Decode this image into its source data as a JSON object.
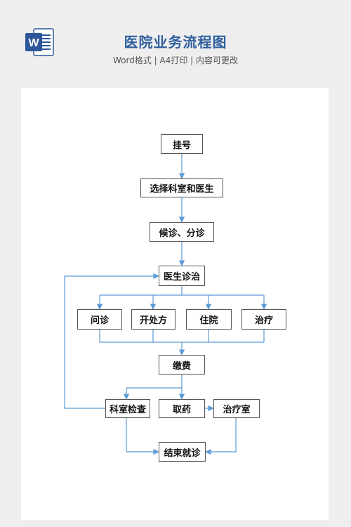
{
  "header": {
    "icon": "word-document-icon",
    "title": "医院业务流程图",
    "subtitle": "Word格式 | A4打印 | 内容可更改",
    "accent_color": "#2f5f9e"
  },
  "flowchart": {
    "line_color": "#5b9bd5",
    "nodes": {
      "register": "挂号",
      "choose_dept": "选择科室和医生",
      "wait": "候诊、分诊",
      "diagnose": "医生诊治",
      "inquiry": "问诊",
      "prescribe": "开处方",
      "hospitalize": "住院",
      "treatment": "治疗",
      "payment": "缴费",
      "dept_exam": "科室检查",
      "get_medicine": "取药",
      "treatment_room": "治疗室",
      "finish": "结束就诊"
    }
  }
}
